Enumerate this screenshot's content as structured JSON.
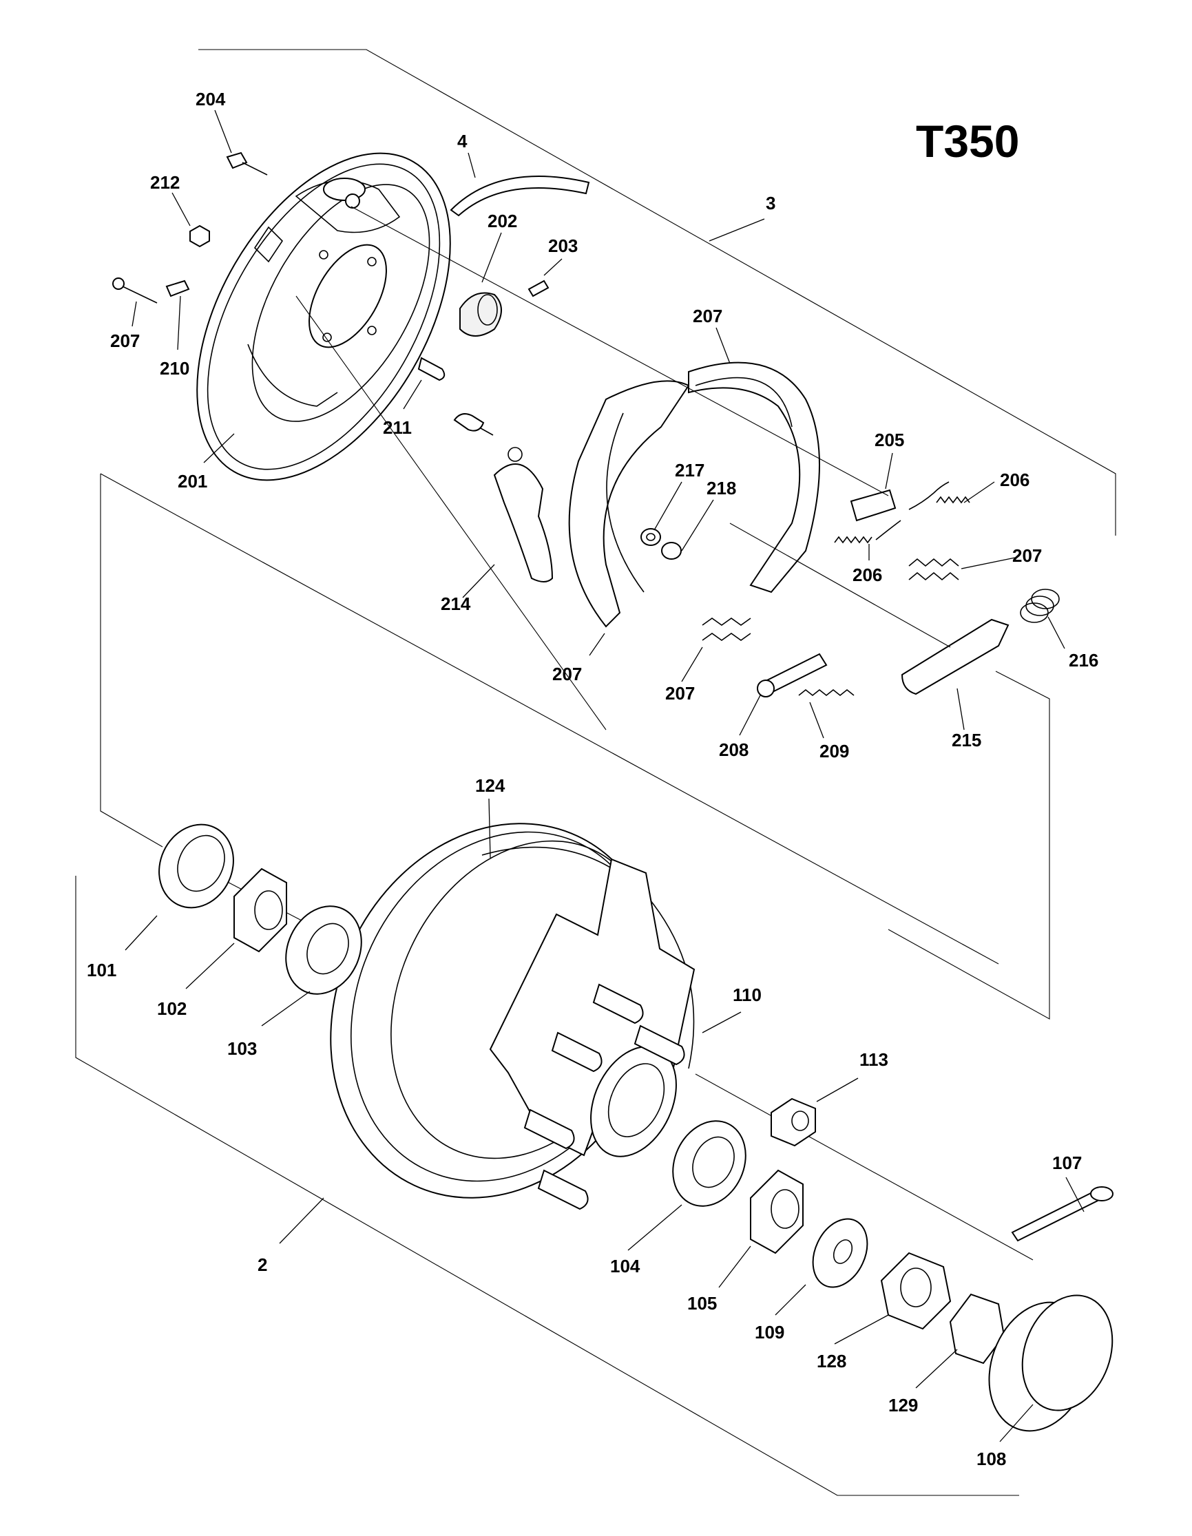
{
  "diagram": {
    "title": "T350",
    "callouts": [
      {
        "id": "c204",
        "text": "204"
      },
      {
        "id": "c4",
        "text": "4"
      },
      {
        "id": "c212",
        "text": "212"
      },
      {
        "id": "c202",
        "text": "202"
      },
      {
        "id": "c3",
        "text": "3"
      },
      {
        "id": "c203",
        "text": "203"
      },
      {
        "id": "c207a",
        "text": "207"
      },
      {
        "id": "c210",
        "text": "210"
      },
      {
        "id": "c207b",
        "text": "207"
      },
      {
        "id": "c211",
        "text": "211"
      },
      {
        "id": "c201",
        "text": "201"
      },
      {
        "id": "c205",
        "text": "205"
      },
      {
        "id": "c217",
        "text": "217"
      },
      {
        "id": "c218",
        "text": "218"
      },
      {
        "id": "c206a",
        "text": "206"
      },
      {
        "id": "c206b",
        "text": "206"
      },
      {
        "id": "c207c",
        "text": "207"
      },
      {
        "id": "c214",
        "text": "214"
      },
      {
        "id": "c216",
        "text": "216"
      },
      {
        "id": "c207d",
        "text": "207"
      },
      {
        "id": "c207e",
        "text": "207"
      },
      {
        "id": "c208",
        "text": "208"
      },
      {
        "id": "c209",
        "text": "209"
      },
      {
        "id": "c215",
        "text": "215"
      },
      {
        "id": "c124",
        "text": "124"
      },
      {
        "id": "c101",
        "text": "101"
      },
      {
        "id": "c102",
        "text": "102"
      },
      {
        "id": "c103",
        "text": "103"
      },
      {
        "id": "c110",
        "text": "110"
      },
      {
        "id": "c113",
        "text": "113"
      },
      {
        "id": "c107",
        "text": "107"
      },
      {
        "id": "c2",
        "text": "2"
      },
      {
        "id": "c104",
        "text": "104"
      },
      {
        "id": "c105",
        "text": "105"
      },
      {
        "id": "c109",
        "text": "109"
      },
      {
        "id": "c128",
        "text": "128"
      },
      {
        "id": "c129",
        "text": "129"
      },
      {
        "id": "c108",
        "text": "108"
      }
    ]
  }
}
